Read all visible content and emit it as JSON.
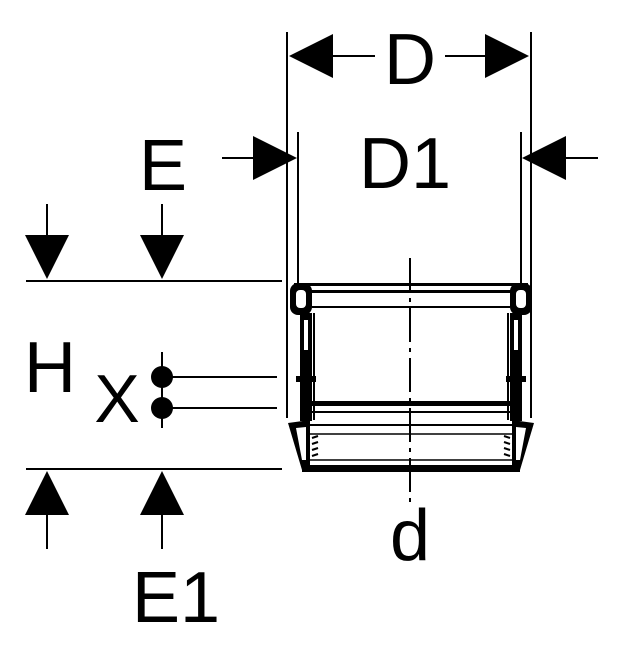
{
  "diagram": {
    "labels": {
      "D": "D",
      "D1": "D1",
      "E": "E",
      "E1": "E1",
      "H": "H",
      "X": "X",
      "d": "d"
    },
    "colors": {
      "ink": "#000000",
      "paper": "#ffffff"
    }
  }
}
